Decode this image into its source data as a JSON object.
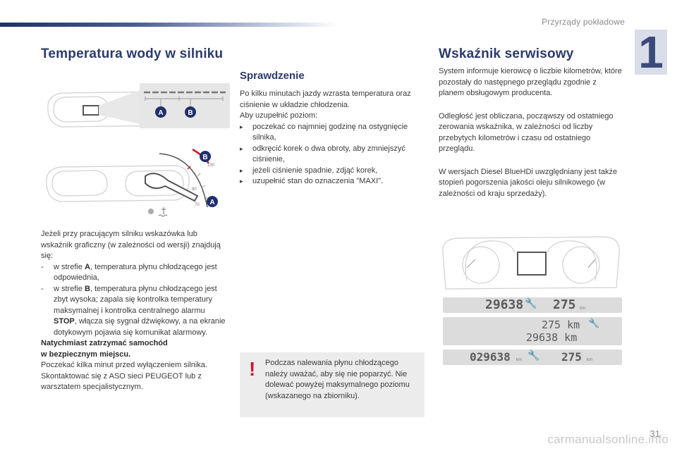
{
  "header": {
    "section_title": "Przyrządy pokładowe",
    "chapter_number": "1"
  },
  "left": {
    "title": "Temperatura wody w silniku",
    "gauge_labels": {
      "a": "A",
      "b": "B",
      "t130": "130",
      "t90": "90",
      "t70": "70"
    },
    "intro": "Jeżeli przy pracującym silniku wskazówka lub wskaźnik graficzny (w zależności od wersji) znajdują się:",
    "items": [
      {
        "prefix": "w strefie ",
        "zone": "A",
        "rest": ", temperatura płynu chłodzącego jest odpowiednia,"
      },
      {
        "prefix": "w strefie ",
        "zone": "B",
        "rest": ", temperatura płynu chłodzącego jest zbyt wysoka; zapala się kontrolka temperatury maksymalnej i kontrolka centralnego alarmu ",
        "stop": "STOP",
        "rest2": ", włącza się sygnał dźwiękowy, a na ekranie dotykowym pojawia się komunikat alarmowy."
      }
    ],
    "stop_line1": "Natychmiast zatrzymać samochód",
    "stop_line2": "w bezpiecznym miejscu.",
    "wait": "Poczekać kilka minut przed wyłączeniem silnika.",
    "contact": "Skontaktować się z ASO sieci PEUGEOT lub z warsztatem specjalistycznym."
  },
  "check": {
    "title": "Sprawdzenie",
    "intro": "Po kilku minutach jazdy wzrasta temperatura oraz ciśnienie w układzie chłodzenia.",
    "fill": "Aby uzupełnić poziom:",
    "steps": [
      "poczekać co najmniej godzinę na ostygnięcie silnika,",
      "odkręcić korek o dwa obroty, aby zmniejszyć ciśnienie,",
      "jeżeli ciśnienie spadnie, zdjąć korek,",
      "uzupełnić stan do oznaczenia \"MAXI\"."
    ],
    "warning": "Podczas nalewania płynu chłodzącego należy uważać, aby się nie poparzyć. Nie dolewać powyżej maksymalnego poziomu (wskazanego na zbiorniku)."
  },
  "service": {
    "title": "Wskaźnik serwisowy",
    "p1": "System informuje kierowcę o liczbie kilometrów, które pozostały do następnego przeglądu zgodnie z planem obsługowym producenta.",
    "p2": "Odległość jest obliczana, począwszy od ostatniego zerowania wskaźnika, w zależności od liczby przebytych kilometrów i czasu od ostatniego przeglądu.",
    "p3": "W wersjach Diesel BlueHDi uwzględniany jest także stopień pogorszenia jakości oleju silnikowego (w zależności od kraju sprzedaży).",
    "displays": [
      {
        "odo": "29638",
        "remain": "275",
        "unit": "km"
      },
      {
        "remain": "275 km",
        "odo": "29638 km"
      },
      {
        "odo": "029638",
        "remain": "275",
        "unit": "km"
      }
    ]
  },
  "footer": {
    "page": "31",
    "watermark": "carmanualsonline.info"
  }
}
